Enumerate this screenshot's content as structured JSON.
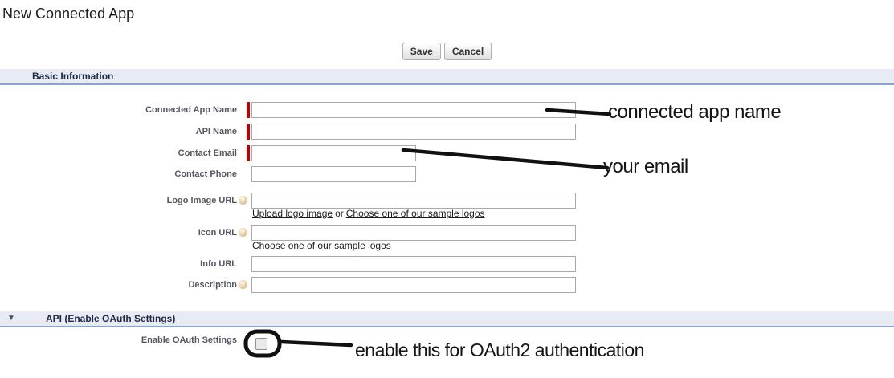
{
  "page": {
    "title": "New Connected App"
  },
  "toolbar": {
    "save_label": "Save",
    "cancel_label": "Cancel"
  },
  "sections": {
    "basic_information": {
      "title": "Basic Information"
    },
    "api_oauth": {
      "title": "API (Enable OAuth Settings)"
    }
  },
  "fields": {
    "connected_app_name": {
      "label": "Connected App Name",
      "value": "",
      "required": true
    },
    "api_name": {
      "label": "API Name",
      "value": "",
      "required": true
    },
    "contact_email": {
      "label": "Contact Email",
      "value": "",
      "required": true
    },
    "contact_phone": {
      "label": "Contact Phone",
      "value": "",
      "required": false
    },
    "logo_image_url": {
      "label": "Logo Image URL",
      "value": "",
      "required": false,
      "has_help": true
    },
    "icon_url": {
      "label": "Icon URL",
      "value": "",
      "required": false,
      "has_help": true
    },
    "info_url": {
      "label": "Info URL",
      "value": "",
      "required": false
    },
    "description": {
      "label": "Description",
      "value": "",
      "required": false,
      "has_help": true
    },
    "enable_oauth_settings": {
      "label": "Enable OAuth Settings",
      "checked": false
    }
  },
  "links": {
    "upload_logo_image": "Upload logo image",
    "or_separator": "or",
    "choose_sample_logos_logo": "Choose one of our sample logos",
    "choose_sample_logos_icon": "Choose one of our sample logos"
  },
  "annotations": {
    "connected_app_name_note": "connected app name",
    "your_email_note": "your email",
    "enable_oauth_note": "enable this for OAuth2 authentication"
  },
  "icons": {
    "help_icon": "?",
    "collapse_triangle_icon": "▼"
  },
  "colors": {
    "required_indicator": "#c00000",
    "section_header_bg": "#e8ebf3",
    "section_header_border": "#88a3cc",
    "section_header_text": "#1f2b45",
    "annotation_ink": "#111111",
    "label_text": "#56565e",
    "link_text": "#1b1b1b"
  }
}
